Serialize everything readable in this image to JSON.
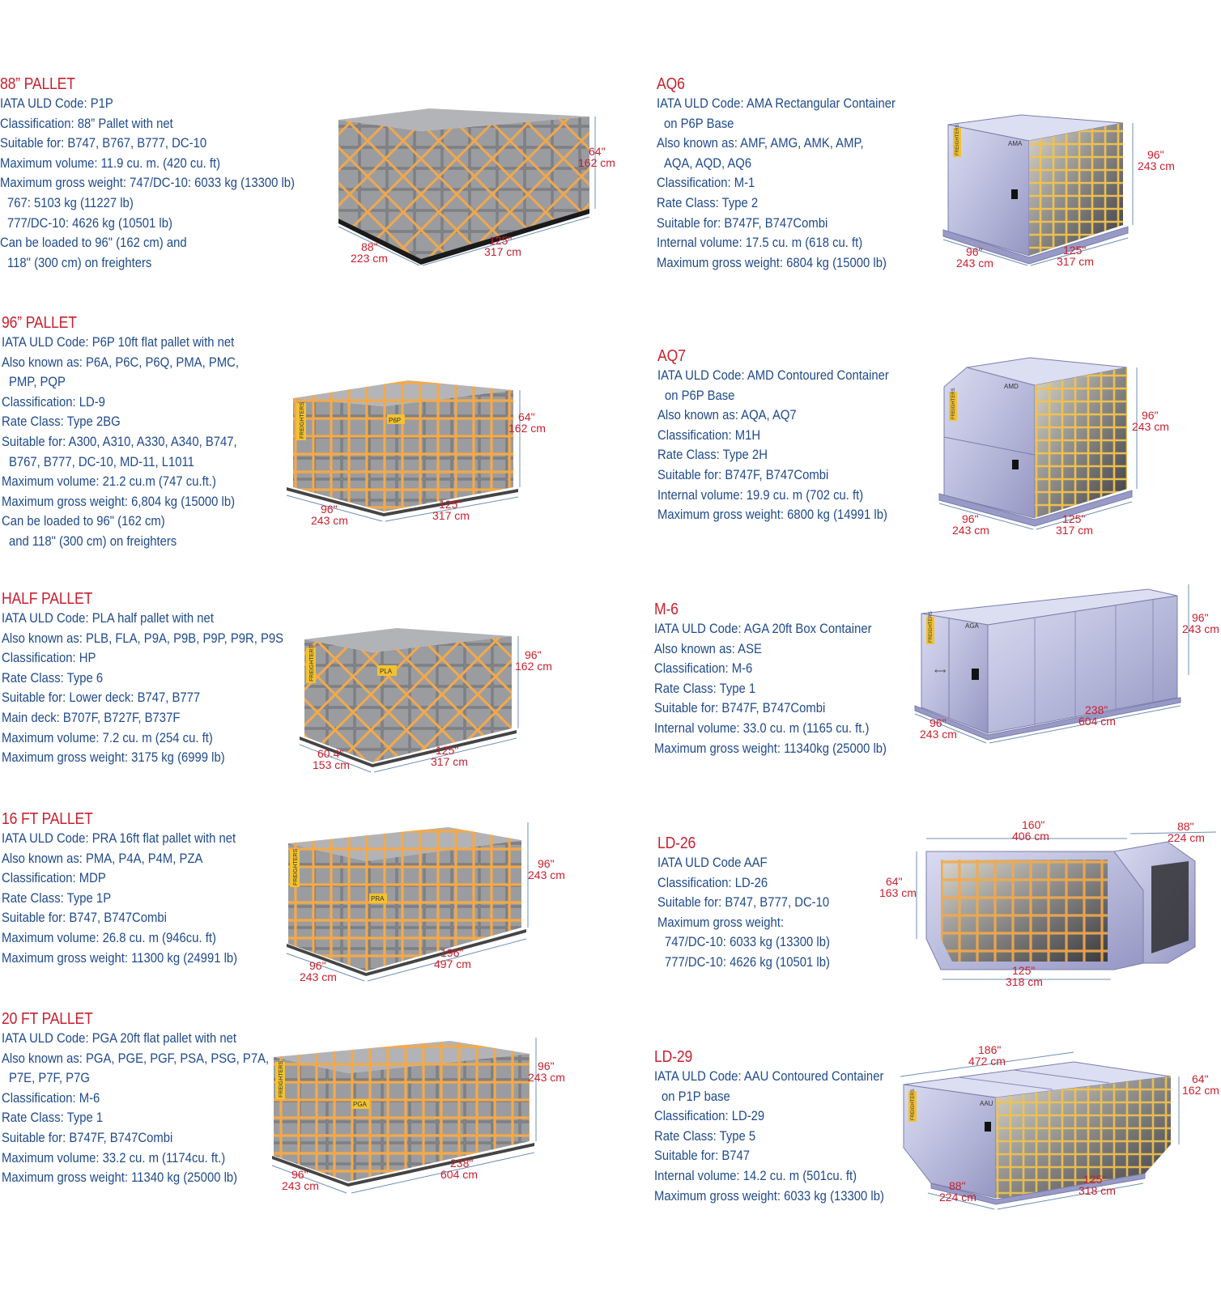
{
  "left": [
    {
      "title": "88” PALLET",
      "lines": [
        "IATA ULD Code:  P1P",
        "Classification: 88” Pallet with net",
        "Suitable for: B747, B767, B777, DC-10",
        "Maximum volume: 11.9 cu. m. (420 cu. ft)",
        "Maximum gross weight: 747/DC-10: 6033 kg (13300 lb)",
        "767: 5103 kg (11227 lb)",
        "777/DC-10: 4626 kg (10501 lb)",
        "Can be loaded to 96\" (162 cm) and",
        "118\" (300 cm) on freighters"
      ],
      "dims": {
        "height": [
          "64\"",
          "162 cm"
        ],
        "width": [
          "88\"",
          "223 cm"
        ],
        "length": [
          "125\"",
          "317 cm"
        ]
      }
    },
    {
      "title": "96” PALLET",
      "lines": [
        "IATA ULD Code: P6P 10ft flat pallet with net",
        "Also known as: P6A, P6C, P6Q, PMA, PMC,",
        "PMP, PQP",
        "Classification: LD-9",
        "Rate Class: Type 2BG",
        "Suitable for: A300, A310, A330, A340, B747,",
        "B767, B777, DC-10, MD-11, L1011",
        "Maximum volume: 21.2 cu.m (747 cu.ft.)",
        "Maximum gross weight: 6,804 kg (15000 lb)",
        "Can be loaded to 96\" (162 cm)",
        "and 118\" (300 cm) on freighters"
      ],
      "label": "P6P",
      "side_label": "FREIGHTERS",
      "dims": {
        "height": [
          "64\"",
          "162 cm"
        ],
        "width": [
          "96\"",
          "243 cm"
        ],
        "length": [
          "125\"",
          "317 cm"
        ]
      }
    },
    {
      "title": "HALF PALLET",
      "lines": [
        "IATA ULD Code: PLA half pallet with net",
        "Also known as: PLB, FLA, P9A, P9B, P9P, P9R, P9S",
        "Classification: HP",
        "Rate Class: Type 6",
        "Suitable for: Lower deck: B747, B777",
        "Main deck: B707F, B727F, B737F",
        "Maximum volume: 7.2 cu. m (254 cu. ft)",
        "Maximum gross weight: 3175 kg (6999 lb)"
      ],
      "label": "PLA",
      "side_label": "FREIGHTERS",
      "dims": {
        "height": [
          "96\"",
          "162 cm"
        ],
        "width": [
          "60.4\"",
          "153 cm"
        ],
        "length": [
          "125\"",
          "317 cm"
        ]
      }
    },
    {
      "title": "16 FT PALLET",
      "lines": [
        "IATA ULD Code: PRA 16ft flat pallet with net",
        "Also known as: PMA, P4A, P4M, PZA",
        "Classification: MDP",
        "Rate Class: Type 1P",
        "Suitable for: B747, B747Combi",
        "Maximum volume: 26.8 cu. m (946cu. ft)",
        "Maximum gross weight: 11300 kg (24991 lb)"
      ],
      "label": "PRA",
      "side_label": "FREIGHTERS",
      "dims": {
        "height": [
          "96\"",
          "243 cm"
        ],
        "width": [
          "96\"",
          "243 cm"
        ],
        "length": [
          "196\"",
          "497 cm"
        ]
      }
    },
    {
      "title": "20 FT PALLET",
      "lines": [
        "IATA ULD Code: PGA 20ft flat pallet with net",
        "Also known as: PGA, PGE, PGF, PSA, PSG, P7A,",
        "P7E, P7F, P7G",
        "Classification: M-6",
        "Rate Class: Type 1",
        "Suitable for: B747F, B747Combi",
        "Maximum volume: 33.2 cu. m (1174cu. ft.)",
        "Maximum gross weight: 11340 kg (25000 lb)"
      ],
      "label": "PGA",
      "side_label": "FREIGHTERS",
      "dims": {
        "height": [
          "96\"",
          "243 cm"
        ],
        "width": [
          "96\"",
          "243 cm"
        ],
        "length": [
          "238\"",
          "604 cm"
        ]
      }
    }
  ],
  "right": [
    {
      "title": "AQ6",
      "lines": [
        "IATA ULD Code: AMA Rectangular Container",
        "on P6P Base",
        "Also known as: AMF, AMG, AMK, AMP,",
        "AQA, AQD, AQ6",
        "Classification: M-1",
        "Rate Class: Type 2",
        "Suitable for: B747F, B747Combi",
        "Internal volume: 17.5 cu. m (618 cu. ft)",
        "Maximum gross weight: 6804 kg (15000 lb)"
      ],
      "label": "AMA",
      "side_label": "FREIGHTERS",
      "dims": {
        "height": [
          "96\"",
          "243 cm"
        ],
        "width": [
          "96\"",
          "243 cm"
        ],
        "length": [
          "125\"",
          "317 cm"
        ]
      }
    },
    {
      "title": "AQ7",
      "lines": [
        "IATA ULD Code: AMD Contoured Container",
        "on P6P Base",
        "Also known as: AQA, AQ7",
        "Classification: M1H",
        "Rate Class: Type 2H",
        "Suitable for: B747F, B747Combi",
        "Internal volume: 19.9 cu. m (702 cu. ft)",
        "Maximum gross weight: 6800 kg (14991 lb)"
      ],
      "label": "AMD",
      "side_label": "FREIGHTERS",
      "dims": {
        "height": [
          "96\"",
          "243 cm"
        ],
        "width": [
          "96\"",
          "243 cm"
        ],
        "length": [
          "125\"",
          "317 cm"
        ]
      }
    },
    {
      "title": "M-6",
      "lines": [
        "IATA ULD Code: AGA 20ft Box Container",
        "Also known as: ASE",
        "Classification: M-6",
        "Rate Class: Type 1",
        "Suitable for: B747F, B747Combi",
        "Internal volume: 33.0 cu. m (1165 cu. ft.)",
        "Maximum gross weight: 11340kg (25000 lb)"
      ],
      "label": "AGA",
      "side_label": "FREIGHTERS",
      "dims": {
        "height": [
          "96\"",
          "243 cm"
        ],
        "width": [
          "96\"",
          "243 cm"
        ],
        "length": [
          "238\"",
          "604 cm"
        ]
      }
    },
    {
      "title": "LD-26",
      "lines": [
        "IATA ULD Code AAF",
        "Classification:  LD-26",
        "Suitable for:  B747, B777, DC-10",
        "Maximum gross weight:",
        "747/DC-10: 6033 kg (13300 lb)",
        "777/DC-10: 4626 kg (10501 lb)"
      ],
      "dims": {
        "top": [
          "160\"",
          "406 cm"
        ],
        "depth": [
          "88\"",
          "224 cm"
        ],
        "height": [
          "64\"",
          "163 cm"
        ],
        "length": [
          "125\"",
          "318 cm"
        ]
      }
    },
    {
      "title": "LD-29",
      "lines": [
        "IATA ULD Code: AAU Contoured Container",
        "on P1P base",
        "Classification: LD-29",
        "Rate Class: Type 5",
        "Suitable for: B747",
        "Internal volume: 14.2 cu. m (501cu. ft)",
        "Maximum gross weight: 6033 kg (13300 lb)"
      ],
      "label": "AAU",
      "side_label": "FREIGHTERS",
      "dims": {
        "top": [
          "186\"",
          "472 cm"
        ],
        "height": [
          "64\"",
          "162 cm"
        ],
        "width": [
          "88\"",
          "224 cm"
        ],
        "length": [
          "125\"",
          "318 cm"
        ]
      }
    }
  ],
  "colors": {
    "title": "#c8202f",
    "text": "#1f4a8c",
    "net": "#f3a94a",
    "box": "#8f8f94",
    "container": "#b8b9d8",
    "dimension_text": "#c8202f"
  }
}
